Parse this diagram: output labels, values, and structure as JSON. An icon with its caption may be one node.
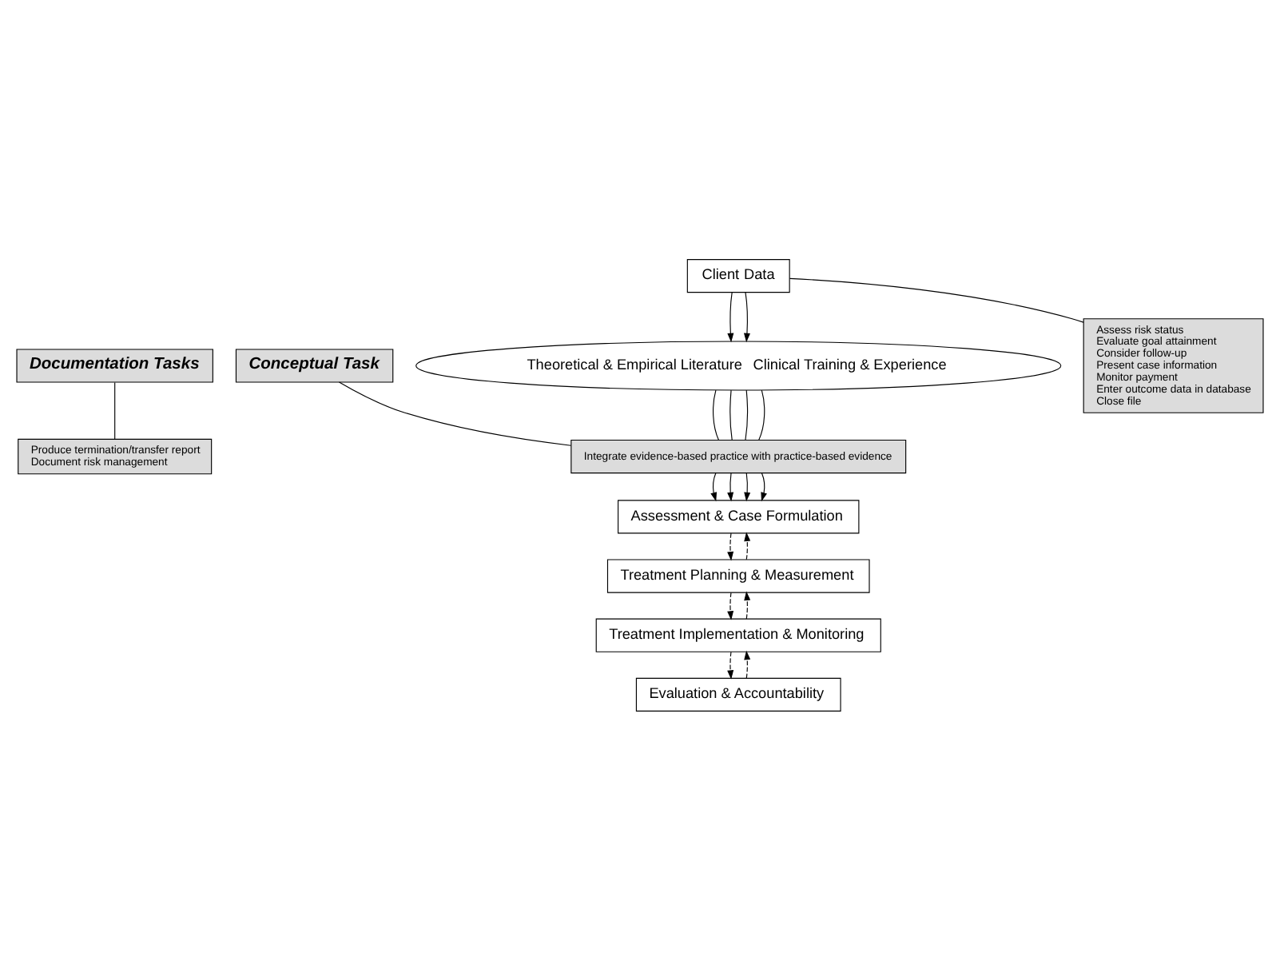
{
  "diagram": {
    "nodes": [
      {
        "text": [
          "Documentation Tasks"
        ]
      },
      {
        "text": [
          "Conceptual Task"
        ]
      },
      {
        "text": [
          "Client",
          "Data"
        ]
      },
      {
        "text": [
          "Theoretical & Empirical Literature",
          "Clinical Training & Experience"
        ]
      },
      {
        "text": [
          "Integrate evidence-based practice with practice-based evidence"
        ]
      },
      {
        "text": [
          "Assessment & Case Formulation"
        ]
      },
      {
        "text": [
          "Treatment Planning & Measurement"
        ]
      },
      {
        "text": [
          "Treatment Implementation & Monitoring"
        ]
      },
      {
        "text": [
          "Evaluation & Accountability"
        ]
      },
      {
        "text": [
          "Produce termination/transfer report",
          "Document risk management"
        ]
      },
      {
        "text": [
          "Assess risk status",
          "Evaluate goal attainment",
          "Consider follow-up",
          "Present case information",
          "Monitor payment",
          "Enter outcome data in database",
          "Close file"
        ]
      }
    ],
    "edges": [
      {
        "from": 0,
        "to": 9,
        "arrow": "none"
      },
      {
        "from": 1,
        "to": 4,
        "arrow": "none"
      },
      {
        "from": 2,
        "to": 3,
        "arrow": "to"
      },
      {
        "from": 2,
        "to": 3,
        "arrow": "to"
      },
      {
        "from": 3,
        "to": 4,
        "arrow": "none"
      },
      {
        "from": 3,
        "to": 4,
        "arrow": "none"
      },
      {
        "from": 3,
        "to": 4,
        "arrow": "none"
      },
      {
        "from": 3,
        "to": 4,
        "arrow": "none"
      },
      {
        "from": 4,
        "to": 5,
        "arrow": "to"
      },
      {
        "from": 4,
        "to": 5,
        "arrow": "to"
      },
      {
        "from": 4,
        "to": 5,
        "arrow": "to"
      },
      {
        "from": 4,
        "to": 5,
        "arrow": "to"
      },
      {
        "from": 5,
        "to": 6,
        "arrow": "to",
        "style": "dashed"
      },
      {
        "from": 6,
        "to": 5,
        "arrow": "to",
        "style": "dashed"
      },
      {
        "from": 6,
        "to": 7,
        "arrow": "to",
        "style": "dashed"
      },
      {
        "from": 7,
        "to": 6,
        "arrow": "to",
        "style": "dashed"
      },
      {
        "from": 7,
        "to": 8,
        "arrow": "to",
        "style": "dashed"
      },
      {
        "from": 8,
        "to": 7,
        "arrow": "to",
        "style": "dashed"
      },
      {
        "from": 2,
        "to": 10,
        "arrow": "none"
      }
    ]
  }
}
